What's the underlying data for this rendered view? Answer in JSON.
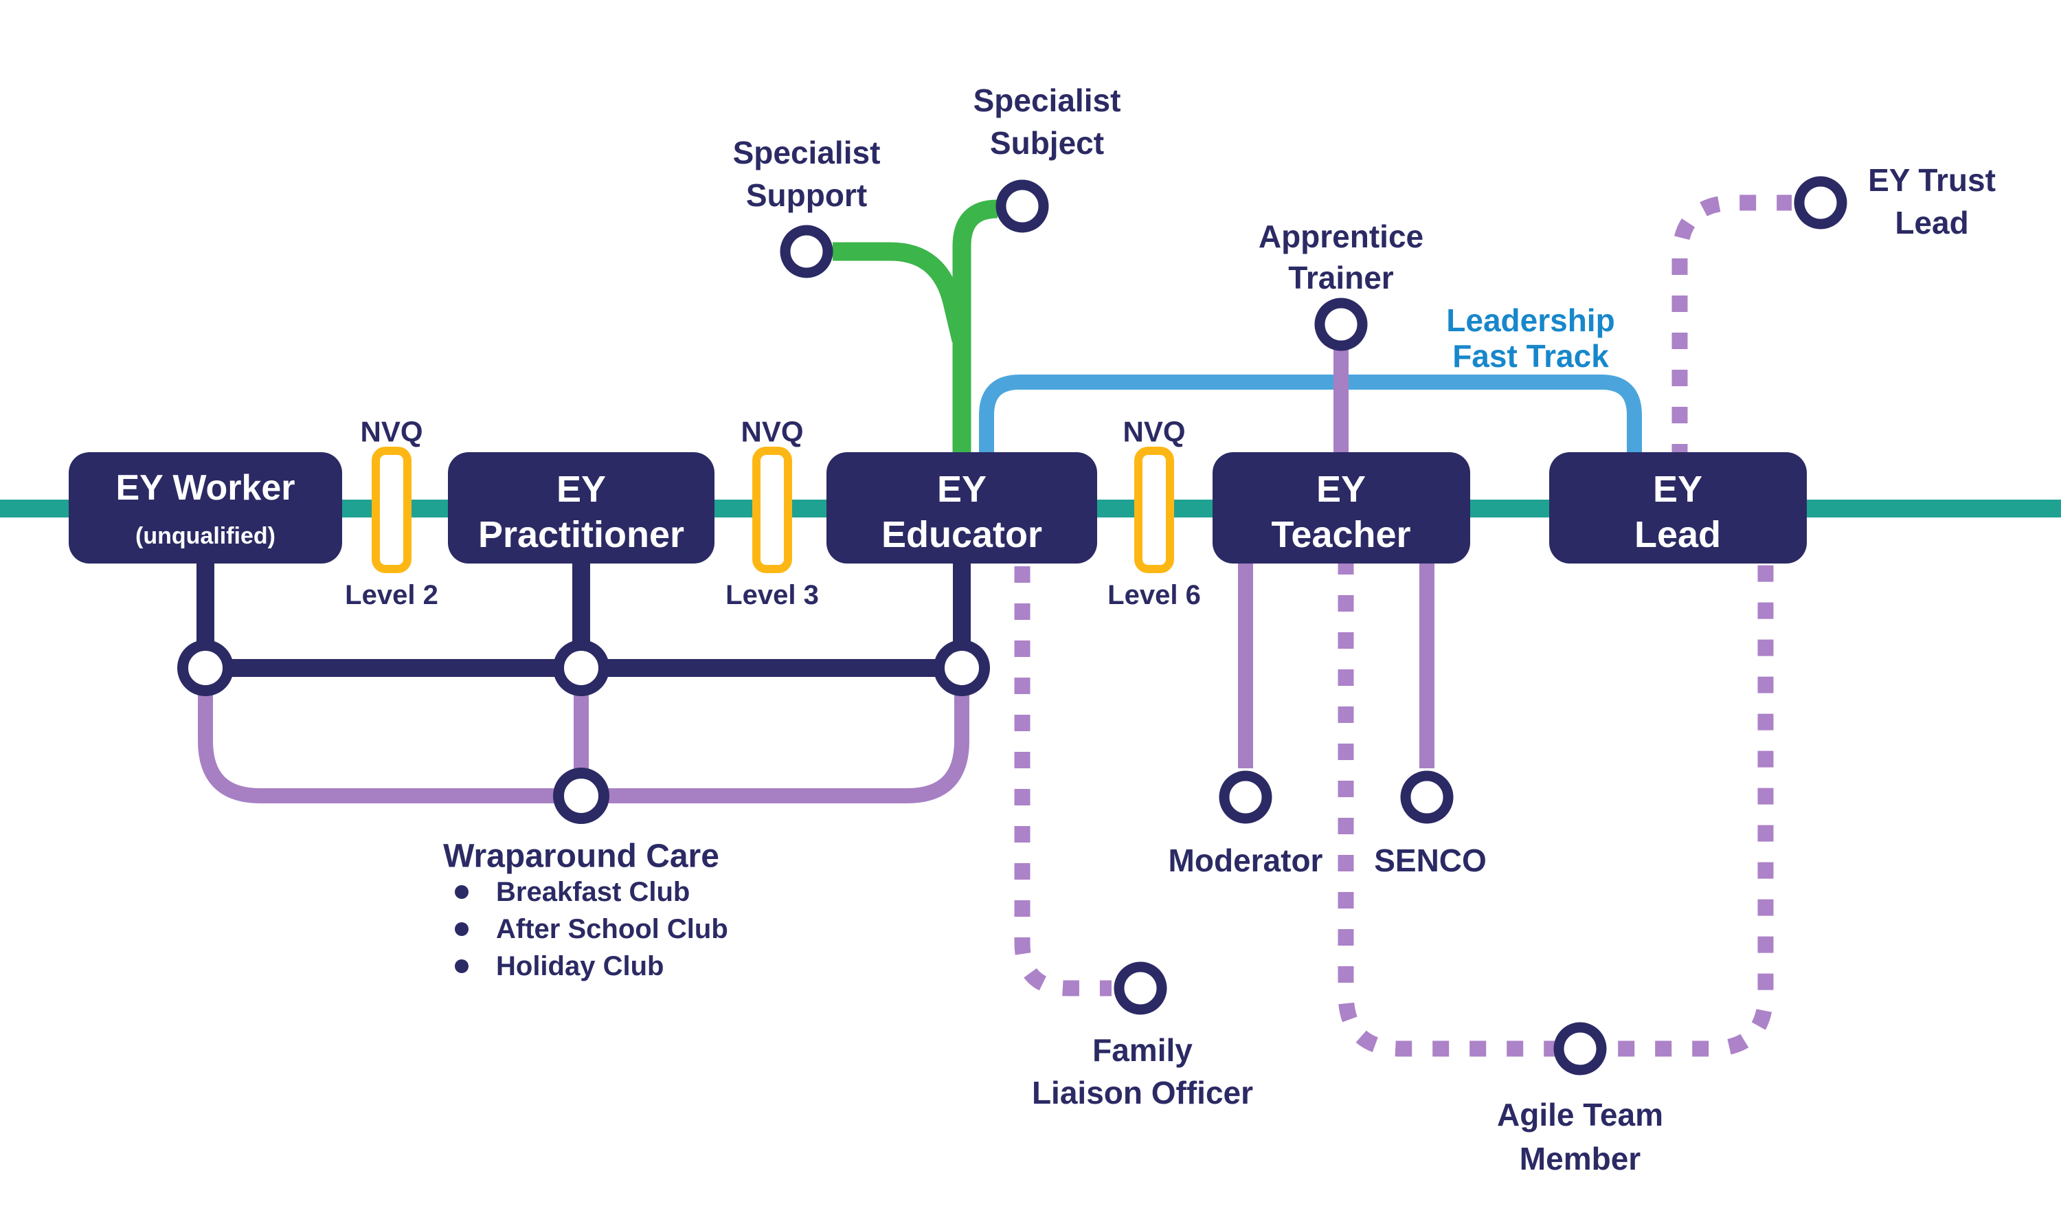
{
  "colors": {
    "navy": "#2b2a64",
    "teal": "#1fa292",
    "green": "#3cb54a",
    "blue_line": "#4ba5dc",
    "blue_text": "#1787cb",
    "purple": "#a77fc3",
    "purple_dashed": "#ac82c8",
    "yellow": "#fdb714",
    "background": "#ffffff"
  },
  "stations": [
    {
      "id": "ey-worker",
      "line1": "EY Worker",
      "line2": "(unqualified)"
    },
    {
      "id": "ey-practitioner",
      "line1": "EY",
      "line2": "Practitioner"
    },
    {
      "id": "ey-educator",
      "line1": "EY",
      "line2": "Educator"
    },
    {
      "id": "ey-teacher",
      "line1": "EY",
      "line2": "Teacher"
    },
    {
      "id": "ey-lead",
      "line1": "EY",
      "line2": "Lead"
    }
  ],
  "nvq_markers": [
    {
      "label": "NVQ",
      "level": "Level 2"
    },
    {
      "label": "NVQ",
      "level": "Level 3"
    },
    {
      "label": "NVQ",
      "level": "Level 6"
    }
  ],
  "branch_stops": {
    "specialist_support": {
      "line1": "Specialist",
      "line2": "Support"
    },
    "specialist_subject": {
      "line1": "Specialist",
      "line2": "Subject"
    },
    "apprentice_trainer": {
      "line1": "Apprentice",
      "line2": "Trainer"
    },
    "ey_trust_lead": {
      "line1": "EY Trust",
      "line2": "Lead"
    },
    "moderator": {
      "label": "Moderator"
    },
    "senco": {
      "label": "SENCO"
    },
    "family_liaison_officer": {
      "line1": "Family",
      "line2": "Liaison Officer"
    },
    "agile_team_member": {
      "line1": "Agile Team",
      "line2": "Member"
    }
  },
  "leadership_fast_track": {
    "line1": "Leadership",
    "line2": "Fast Track"
  },
  "wraparound_care": {
    "title": "Wraparound Care",
    "bullets": [
      "Breakfast Club",
      "After School Club",
      "Holiday Club"
    ]
  }
}
